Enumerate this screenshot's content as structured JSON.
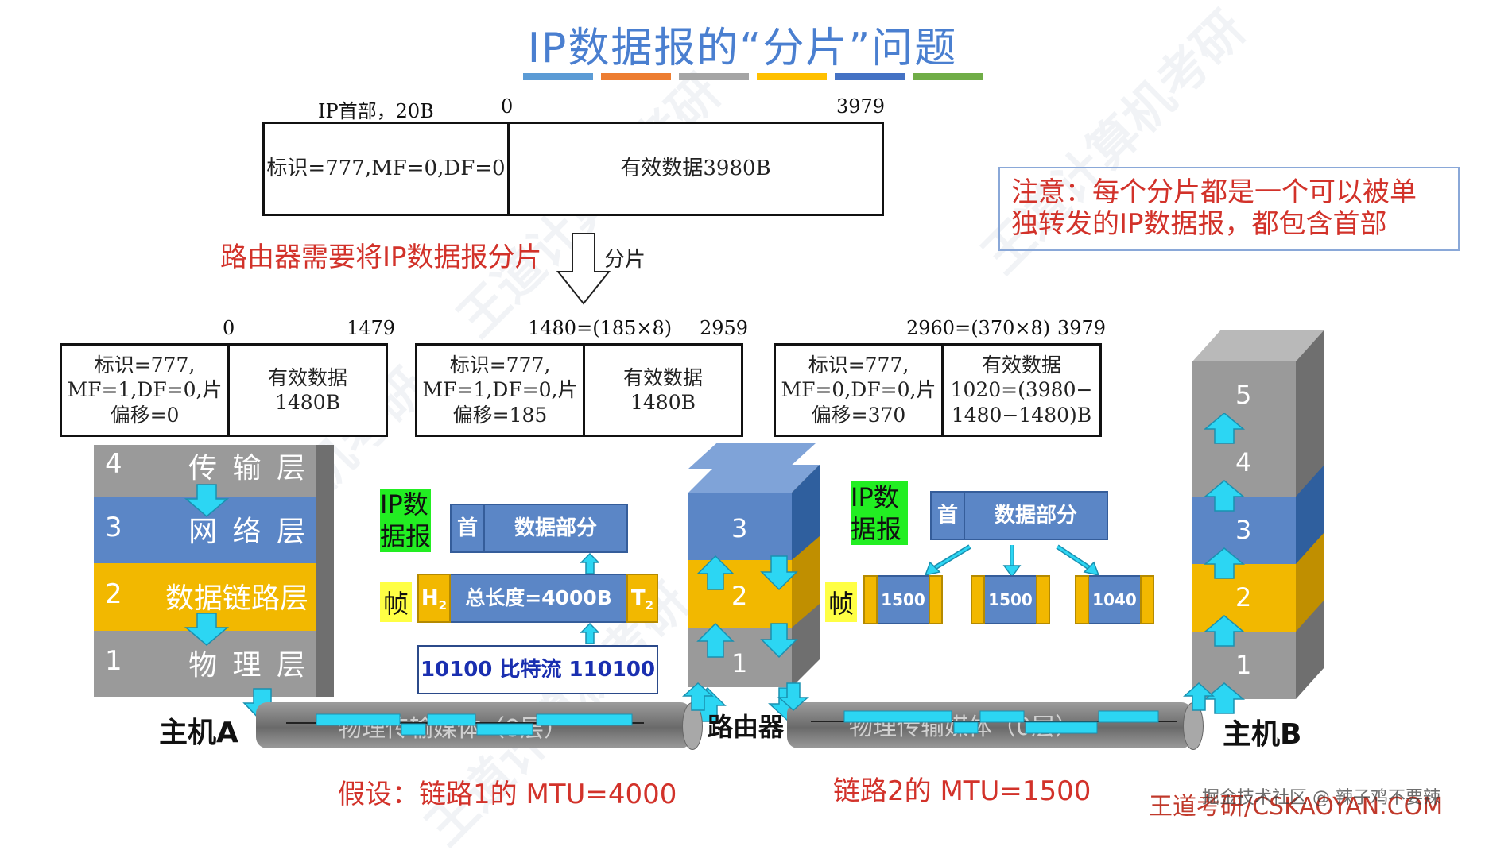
{
  "title": "IP数据报的“分片”问题",
  "title_bar_colors": [
    "#5b9bd5",
    "#ed7d31",
    "#a5a5a5",
    "#ffc000",
    "#4472c4",
    "#70ad47"
  ],
  "original": {
    "header_label": "IP首部，20B",
    "offset_start": "0",
    "offset_end": "3979",
    "id_text": "标识=777,MF=0,DF=0",
    "data_text": "有效数据3980B"
  },
  "fragment_note": "路由器需要将IP数据报分片",
  "fragment_arrow_label": "分片",
  "note": {
    "line1": "注意：每个分片都是一个可以被单",
    "line2": "独转发的IP数据报，都包含首部"
  },
  "fragments": [
    {
      "start": "0",
      "end": "1479",
      "h1": "标识=777,",
      "h2": "MF=1,DF=0,片",
      "h3": "偏移=0",
      "d1": "有效数据",
      "d2": "1480B",
      "d3": ""
    },
    {
      "start": "1480=(185×8)",
      "end": "2959",
      "h1": "标识=777,",
      "h2": "MF=1,DF=0,片",
      "h3": "偏移=185",
      "d1": "有效数据",
      "d2": "1480B",
      "d3": ""
    },
    {
      "start": "2960=(370×8)",
      "end": "3979",
      "h1": "标识=777,",
      "h2": "MF=0,DF=0,片",
      "h3": "偏移=370",
      "d1": "有效数据",
      "d2": "1020=(3980−",
      "d3": "1480−1480)B"
    }
  ],
  "hostA": {
    "name": "主机A",
    "layers": [
      {
        "num": "4",
        "name": "传 输 层"
      },
      {
        "num": "3",
        "name": "网 络 层"
      },
      {
        "num": "2",
        "name": "数据链路层"
      },
      {
        "num": "1",
        "name": "物 理 层"
      }
    ]
  },
  "router": {
    "name": "路由器",
    "layers": [
      "3",
      "2",
      "1"
    ]
  },
  "hostB": {
    "name": "主机B",
    "layers": [
      "5",
      "4",
      "3",
      "2",
      "1"
    ]
  },
  "left_flow": {
    "ip_tag": "IP数据报",
    "ip_tag_l1": "IP数",
    "ip_tag_l2": "据报",
    "head": "首",
    "data_part": "数据部分",
    "frame_tag": "帧",
    "h2": "H",
    "h2_sub": "2",
    "total_len": "总长度=4000B",
    "t2": "T",
    "t2_sub": "2",
    "bits": "10100 比特流 110100"
  },
  "right_flow": {
    "ip_tag_l1": "IP数",
    "ip_tag_l2": "据报",
    "head": "首",
    "data_part": "数据部分",
    "frame_tag": "帧",
    "frames": [
      "1500",
      "1500",
      "1040"
    ]
  },
  "media_text": "物理传输媒体（0层）",
  "mtu1": "假设：链路1的 MTU=4000",
  "mtu2": "链路2的 MTU=1500",
  "footer_brand": "王道考研/CSKAOYAN.COM",
  "footer_credit": "掘金技术社区 @ 辣子鸡不要辣"
}
